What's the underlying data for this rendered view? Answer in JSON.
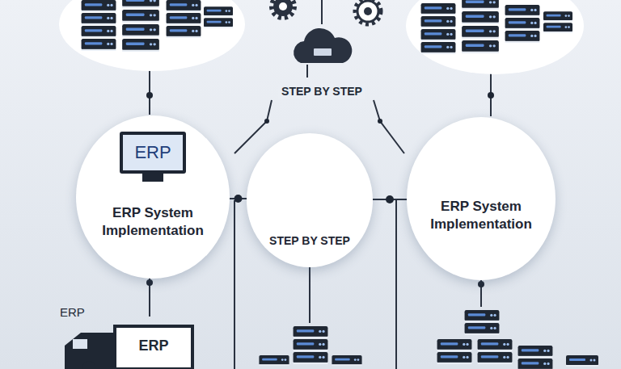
{
  "diagram": {
    "nodes": [
      {
        "text": [
          "ERP",
          "ERP System Implementation"
        ]
      },
      {
        "text": [
          "STEP BY STEP"
        ]
      },
      {
        "text": [
          "ERP System Implementation"
        ]
      }
    ],
    "edges": [
      {
        "from": 0,
        "to": 1,
        "arrow": "none"
      },
      {
        "from": 1,
        "to": 2,
        "arrow": "none"
      }
    ],
    "labels": [
      "STEP BY STEP",
      "ERP",
      "ERP"
    ]
  }
}
